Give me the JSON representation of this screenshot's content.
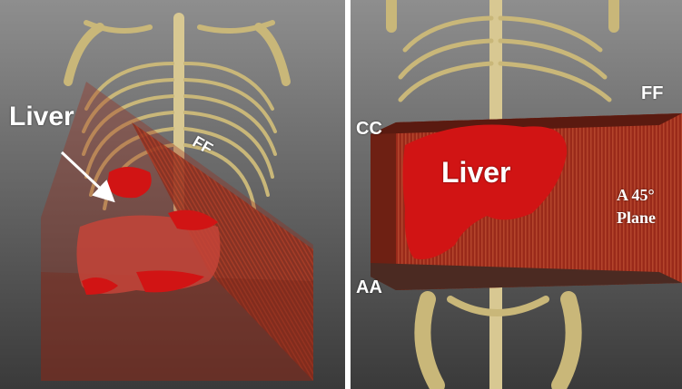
{
  "figure": {
    "left_panel": {
      "labels": {
        "liver": "Liver",
        "ff": "FF"
      }
    },
    "right_panel": {
      "labels": {
        "ff": "FF",
        "cc": "CC",
        "liver": "Liver",
        "aa": "AA",
        "plane_angle": "A 45°",
        "plane_word": "Plane"
      }
    }
  },
  "colors": {
    "background_top": "#8a8a8a",
    "background_bottom": "#3c3c3c",
    "bone": "#c9b779",
    "liver": "#d11414",
    "plane": "#9a2a1a",
    "label": "#ffffff",
    "divider": "#ffffff"
  }
}
